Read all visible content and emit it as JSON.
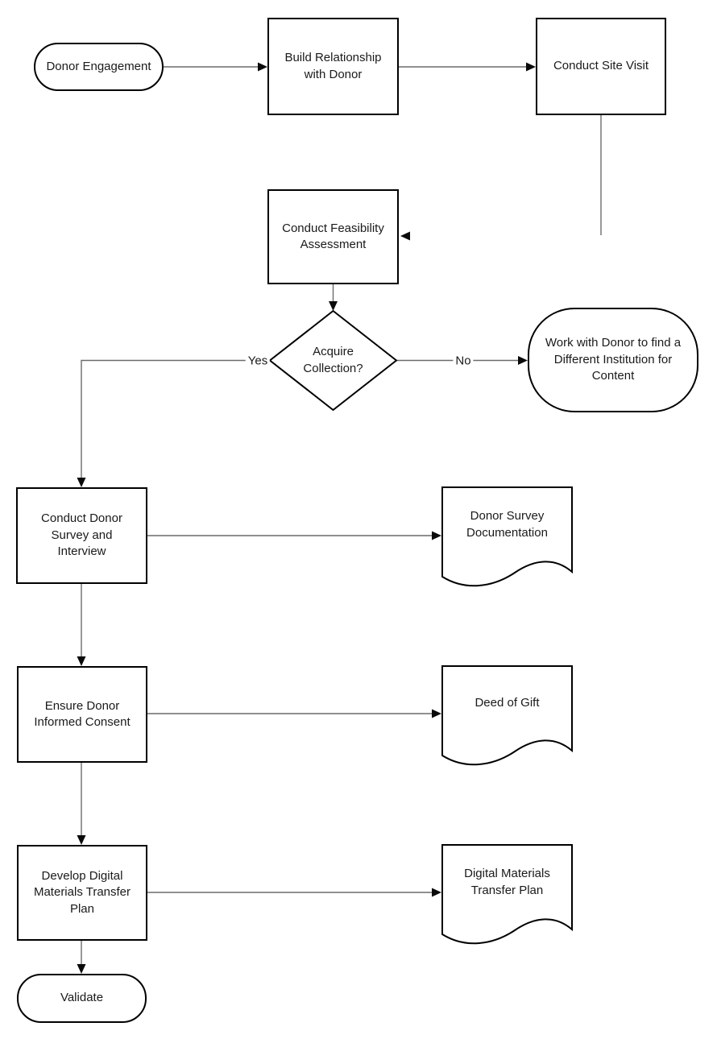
{
  "diagram": {
    "kind": "flowchart",
    "colors": {
      "background": "#ffffff",
      "shape_border": "#000000",
      "connector": "#6b6b6b",
      "arrowhead": "#0a0a0a",
      "text": "#1a1a1a"
    }
  },
  "nodes": {
    "donor_engagement": {
      "shape": "terminator",
      "label": "Donor Engagement"
    },
    "build_relationship": {
      "shape": "process",
      "label": "Build Relationship\nwith Donor"
    },
    "conduct_site_visit": {
      "shape": "process",
      "label": "Conduct Site Visit"
    },
    "feasibility": {
      "shape": "process",
      "label": "Conduct Feasibility\nAssessment"
    },
    "acquire_collection": {
      "shape": "decision",
      "label": "Acquire\nCollection?"
    },
    "work_with_donor": {
      "shape": "terminator",
      "label": "Work with Donor to find a\nDifferent Institution for\nContent"
    },
    "donor_survey": {
      "shape": "process",
      "label": "Conduct Donor\nSurvey and\nInterview"
    },
    "survey_documentation": {
      "shape": "document",
      "label": "Donor Survey\nDocumentation"
    },
    "informed_consent": {
      "shape": "process",
      "label": "Ensure Donor\nInformed Consent"
    },
    "deed_of_gift": {
      "shape": "document",
      "label": "Deed of Gift"
    },
    "develop_transfer_plan": {
      "shape": "process",
      "label": "Develop Digital\nMaterials Transfer\nPlan"
    },
    "transfer_plan_document": {
      "shape": "document",
      "label": "Digital Materials\nTransfer Plan"
    },
    "validate": {
      "shape": "terminator",
      "label": "Validate"
    }
  },
  "edge_labels": {
    "yes": "Yes",
    "no": "No"
  }
}
